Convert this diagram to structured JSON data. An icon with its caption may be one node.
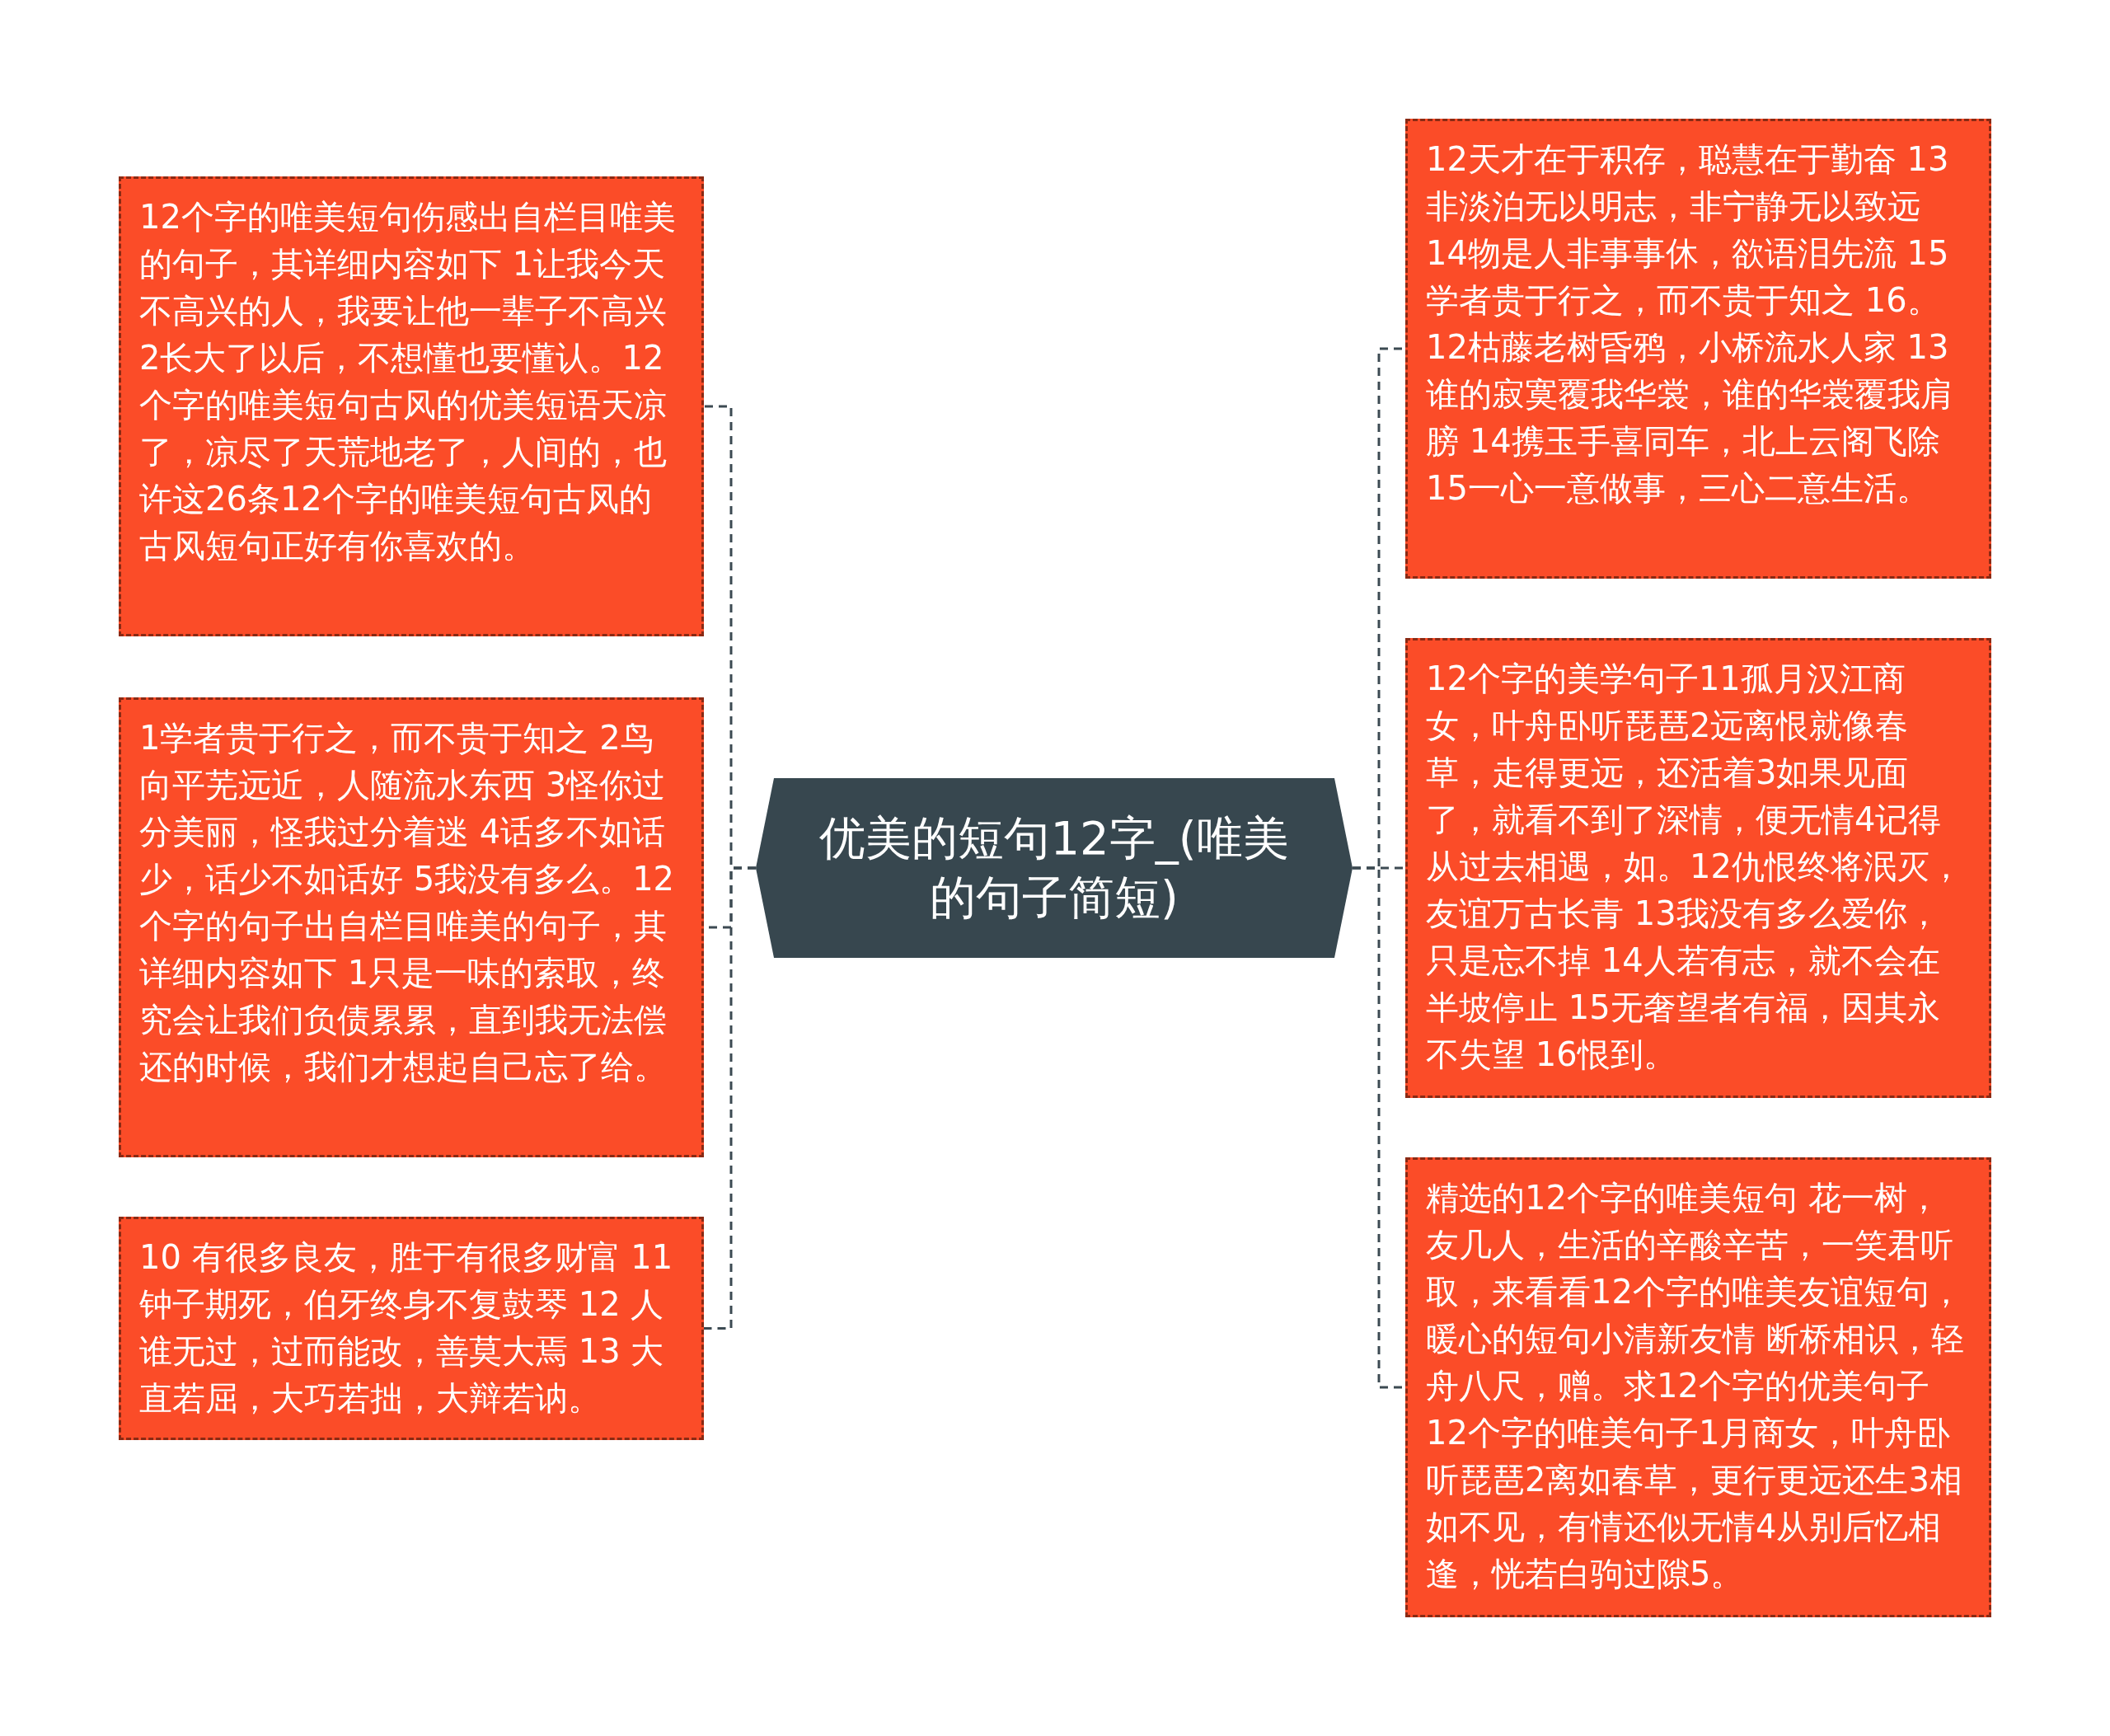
{
  "diagram": {
    "nodes": [
      {
        "text": [
          "优美的短句12字_(唯美的句子简短)"
        ]
      },
      {
        "text": [
          "12个字的唯美短句伤感出自栏目唯美的句子，其详细内容如下 1让我今天不高兴的人，我要让他一辈子不高兴 2长大了以后，不想懂也要懂认。12个字的唯美短句古风的优美短语天凉了，凉尽了天荒地老了，人间的，也许这26条12个字的唯美短句古风的古风短句正好有你喜欢的。"
        ]
      },
      {
        "text": [
          "1学者贵于行之，而不贵于知之 2鸟向平芜远近，人随流水东西 3怪你过分美丽，怪我过分着迷 4话多不如话少，话少不如话好 5我没有多么。12个字的句子出自栏目唯美的句子，其详细内容如下 1只是一味的索取，终究会让我们负债累累，直到我无法偿还的时候，我们才想起自己忘了给。"
        ]
      },
      {
        "text": [
          "10 有很多良友，胜于有很多财富 11 钟子期死，伯牙终身不复鼓琴 12 人谁无过，过而能改，善莫大焉 13 大直若屈，大巧若拙，大辩若讷。"
        ]
      },
      {
        "text": [
          "12天才在于积存，聪慧在于勤奋 13 非淡泊无以明志，非宁静无以致远 14物是人非事事休，欲语泪先流 15 学者贵于行之，而不贵于知之 16。12枯藤老树昏鸦，小桥流水人家 13 谁的寂寞覆我华裳，谁的华裳覆我肩膀 14携玉手喜同车，北上云阁飞除 15一心一意做事，三心二意生活。"
        ]
      },
      {
        "text": [
          "12个字的美学句子11孤月汉江商女，叶舟卧听琵琶2远离恨就像春草，走得更远，还活着3如果见面了，就看不到了深情，便无情4记得从过去相遇，如。12仇恨终将泯灭，友谊万古长青 13我没有多么爱你，只是忘不掉 14人若有志，就不会在半坡停止 15无奢望者有福，因其永不失望 16恨到。"
        ]
      },
      {
        "text": [
          "精选的12个字的唯美短句 花一树，友几人，生活的辛酸辛苦，一笑君听取，来看看12个字的唯美友谊短句，暖心的短句小清新友情 断桥相识，轻舟八尺，赠。求12个字的优美句子12个字的唯美句子1月商女，叶舟卧听琵琶2离如春草，更行更远还生3相如不见，有情还似无情4从别后忆相逢，恍若白驹过隙5。"
        ]
      }
    ],
    "edges": [
      {
        "from": 0,
        "to": 1,
        "arrow": "none",
        "style": "dashed"
      },
      {
        "from": 0,
        "to": 2,
        "arrow": "none",
        "style": "dashed"
      },
      {
        "from": 0,
        "to": 3,
        "arrow": "none",
        "style": "dashed"
      },
      {
        "from": 0,
        "to": 4,
        "arrow": "none",
        "style": "dashed"
      },
      {
        "from": 0,
        "to": 5,
        "arrow": "none",
        "style": "dashed"
      },
      {
        "from": 0,
        "to": 6,
        "arrow": "none",
        "style": "dashed"
      }
    ]
  }
}
